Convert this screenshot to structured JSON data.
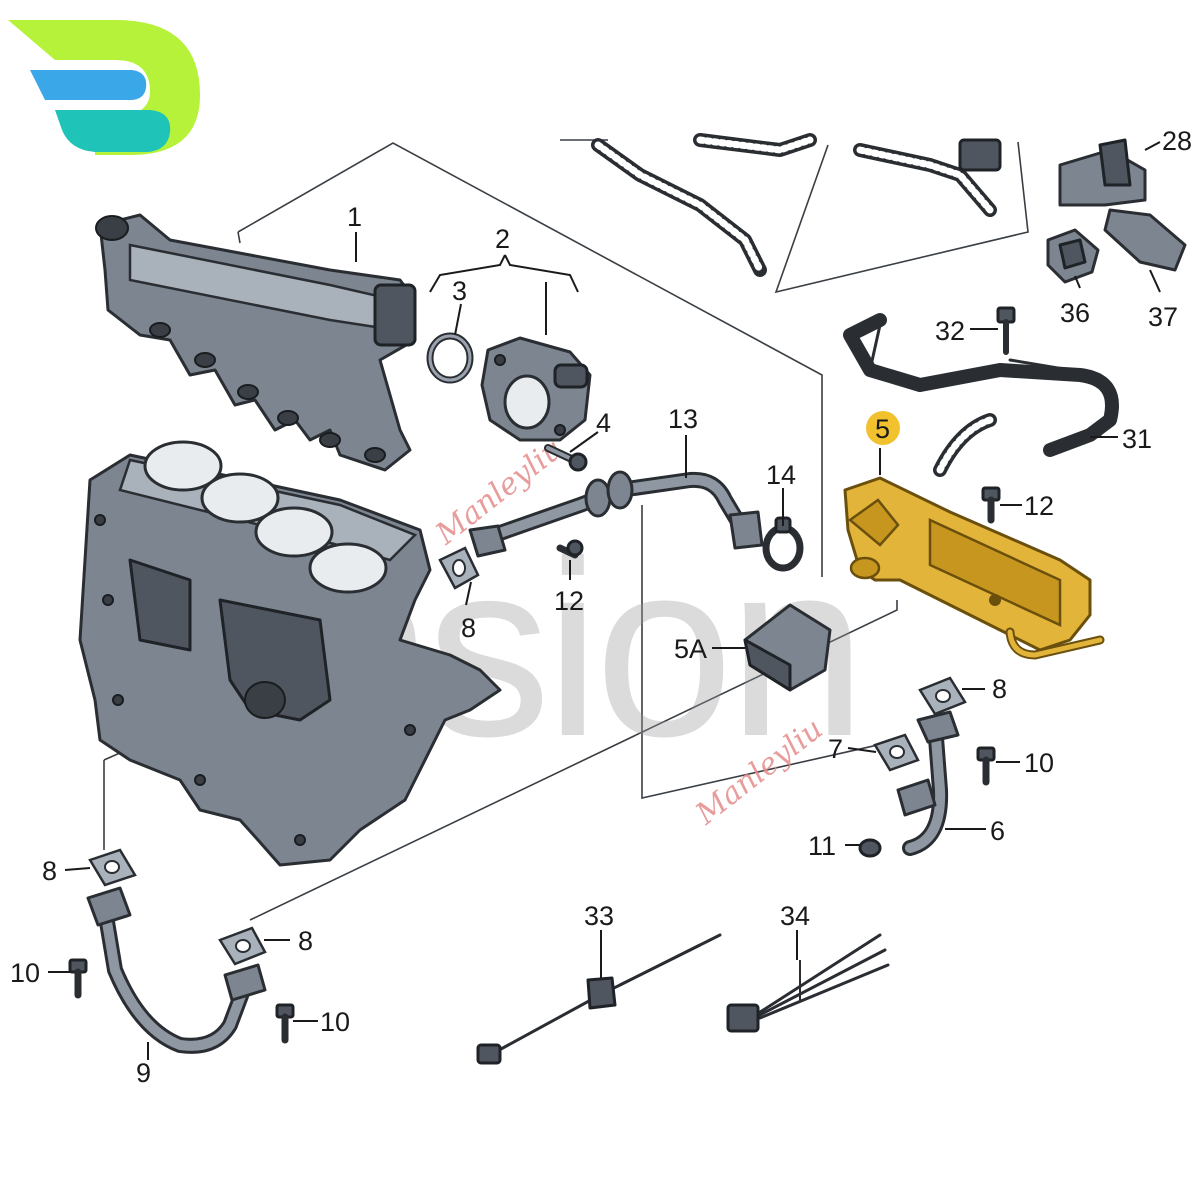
{
  "callouts": [
    {
      "id": "c1",
      "text": "1"
    },
    {
      "id": "c2",
      "text": "2"
    },
    {
      "id": "c3",
      "text": "3"
    },
    {
      "id": "c4",
      "text": "4"
    },
    {
      "id": "c5",
      "text": "5"
    },
    {
      "id": "c5a",
      "text": "5A"
    },
    {
      "id": "c6",
      "text": "6"
    },
    {
      "id": "c7",
      "text": "7"
    },
    {
      "id": "c8a",
      "text": "8"
    },
    {
      "id": "c8b",
      "text": "8"
    },
    {
      "id": "c8c",
      "text": "8"
    },
    {
      "id": "c8d",
      "text": "8"
    },
    {
      "id": "c9",
      "text": "9"
    },
    {
      "id": "c10a",
      "text": "10"
    },
    {
      "id": "c10b",
      "text": "10"
    },
    {
      "id": "c10c",
      "text": "10"
    },
    {
      "id": "c11",
      "text": "11"
    },
    {
      "id": "c12a",
      "text": "12"
    },
    {
      "id": "c12b",
      "text": "12"
    },
    {
      "id": "c13",
      "text": "13"
    },
    {
      "id": "c14",
      "text": "14"
    },
    {
      "id": "c28",
      "text": "28"
    },
    {
      "id": "c31",
      "text": "31"
    },
    {
      "id": "c32",
      "text": "32"
    },
    {
      "id": "c33",
      "text": "33"
    },
    {
      "id": "c34",
      "text": "34"
    },
    {
      "id": "c36",
      "text": "36"
    },
    {
      "id": "c37",
      "text": "37"
    }
  ],
  "watermark": {
    "text": "unsion",
    "signature": "Manleyliu"
  },
  "colors": {
    "highlight_part": "#e3b43a",
    "highlight_badge": "#f2c12e",
    "logo_green": "#b6f23a",
    "logo_blue": "#3aa7e8",
    "logo_teal": "#1fc3b8",
    "part_gray": "#7c8590"
  }
}
